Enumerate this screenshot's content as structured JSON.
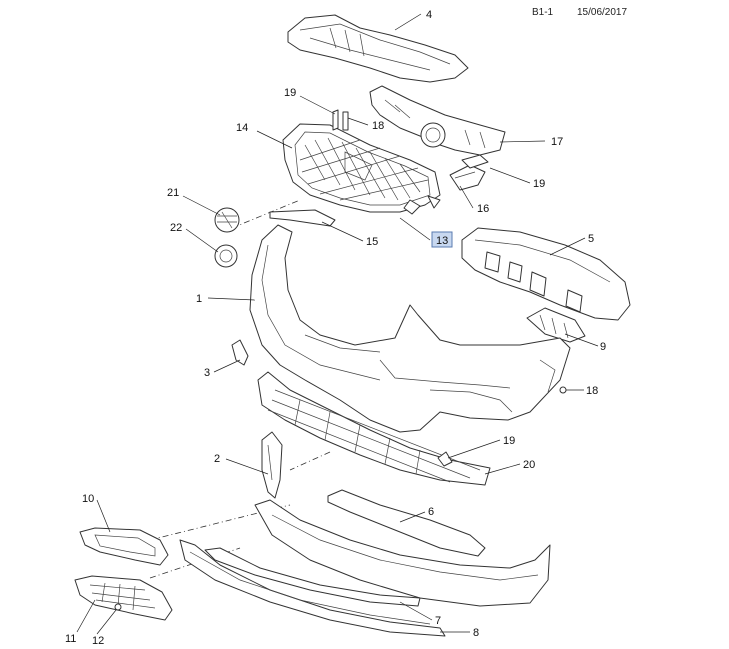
{
  "header": {
    "page_code": "B1-1",
    "date": "15/06/2017"
  },
  "callouts": [
    {
      "id": "c4",
      "label": "4"
    },
    {
      "id": "c19a",
      "label": "19"
    },
    {
      "id": "c18a",
      "label": "18"
    },
    {
      "id": "c14",
      "label": "14"
    },
    {
      "id": "c17",
      "label": "17"
    },
    {
      "id": "c19b",
      "label": "19"
    },
    {
      "id": "c21",
      "label": "21"
    },
    {
      "id": "c16",
      "label": "16"
    },
    {
      "id": "c22",
      "label": "22"
    },
    {
      "id": "c13",
      "label": "13",
      "highlighted": true
    },
    {
      "id": "c15",
      "label": "15"
    },
    {
      "id": "c5",
      "label": "5"
    },
    {
      "id": "c1",
      "label": "1"
    },
    {
      "id": "c9",
      "label": "9"
    },
    {
      "id": "c3",
      "label": "3"
    },
    {
      "id": "c18b",
      "label": "18"
    },
    {
      "id": "c19c",
      "label": "19"
    },
    {
      "id": "c2",
      "label": "2"
    },
    {
      "id": "c20",
      "label": "20"
    },
    {
      "id": "c10",
      "label": "10"
    },
    {
      "id": "c6",
      "label": "6"
    },
    {
      "id": "c7",
      "label": "7"
    },
    {
      "id": "c8",
      "label": "8"
    },
    {
      "id": "c11",
      "label": "11"
    },
    {
      "id": "c12",
      "label": "12"
    }
  ],
  "colors": {
    "highlight_fill": "#c8d8f0",
    "highlight_stroke": "#5a7bb0",
    "line": "#333333"
  }
}
